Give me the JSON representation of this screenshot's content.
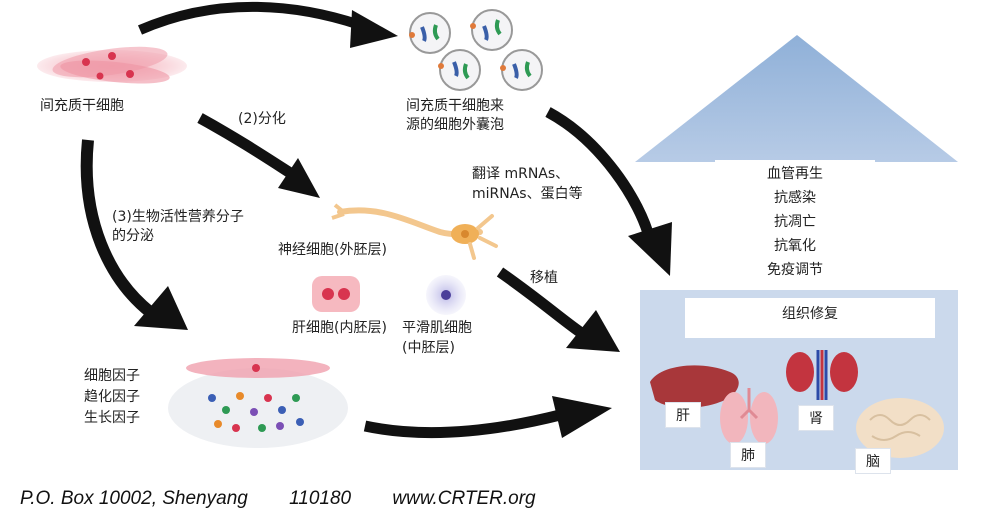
{
  "source_cell": "间充质干细胞",
  "exosome_label": [
    "间充质干细胞来",
    "源的细胞外囊泡"
  ],
  "step_differentiation": "(2)分化",
  "step_secretion": [
    "(3)生物活性营养分子",
    "的分泌"
  ],
  "translate_label": [
    "翻译 mRNAs、",
    "miRNAs、蛋白等"
  ],
  "neuron_label": "神经细胞(外胚层)",
  "liver_cell_label": "肝细胞(内胚层)",
  "smooth_muscle_label": [
    "平滑肌细胞",
    "(中胚层)"
  ],
  "factors": [
    "细胞因子",
    "趋化因子",
    "生长因子"
  ],
  "transplant_label": "移植",
  "effects": [
    "血管再生",
    "抗感染",
    "抗凋亡",
    "抗氧化",
    "免疫调节"
  ],
  "tissue_repair": "组织修复",
  "organs": {
    "liver": "肝",
    "lung": "肺",
    "kidney": "肾",
    "brain": "脑"
  },
  "footer": {
    "pobox": "P.O. Box 10002, Shenyang",
    "zip": "110180",
    "url": "www.CRTER.org"
  },
  "colors": {
    "house": "#a9bfdc",
    "house_base": "#c9d7ea",
    "cell_pink": "#e57a8a",
    "arrow": "#111111"
  }
}
